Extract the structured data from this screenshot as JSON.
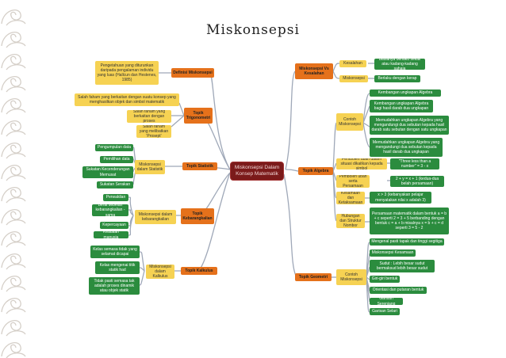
{
  "title": "Miskonsepsi",
  "center": "Miskonsepsi Dalam Konsep Matematik",
  "left": {
    "definisi": {
      "label": "Definisi Miskonsepsi",
      "text": "Pengetahuan yang diturunkan daripada pengalaman individu yang luas (Hallcun dan Hestenes, 1985)"
    },
    "trigonometri": {
      "label": "Topik Trigonometri",
      "items": [
        "Salah faham yang berkaitan dengan suatu konsep yang menghasilkan objek dan simbol matematik",
        "Salah faham yang berkaitan dengan proses",
        "Salah faham yang melibatkan 'Prosept'"
      ]
    },
    "statistik": {
      "label": "Topik Statistik",
      "sub": "Miskonsepsi dalam Statistik",
      "items": [
        "Pengumpulan data",
        "Pemilihan data",
        "Sukatan Kecenderungan Memusat",
        "Sukatan Serakan"
      ]
    },
    "kebarangkalian": {
      "label": "Topik Kebarangkalian",
      "sub": "Miskonsepsi dalam kebarangkalian",
      "items": [
        "Perwakilan",
        "Berat sebelah kebarangkalian - sama",
        "Kepercayaan",
        "Keadaan manusia"
      ]
    },
    "kalkulus": {
      "label": "Topik Kalkulus",
      "sub": "Miskonsepsi dalam Kalkulus",
      "items": [
        "Kelas semasa tidak yang selamat dicapai",
        "Kelas mengenai titik statik had",
        "Tidak pasti semasa tak adalah proses dinamik atau objek statik"
      ]
    }
  },
  "right": {
    "vs": {
      "label": "Miskonsepsi Vs Kesalahan",
      "items": [
        {
          "k": "Kesalahan",
          "v": "Biasanya berlaku sekali atau kadang-kadang sahaja"
        },
        {
          "k": "Miskonsepsi",
          "v": "Berlaku dengan kerap"
        }
      ]
    },
    "algebra": {
      "label": "Topik Algebra",
      "contoh": "Contoh Miskonsepsi",
      "contoh_items": [
        "Kembangan ungkapan Algebra",
        "Kembangan ungkapan Algebra bagi hasil darab dua ungkapan",
        "Memudahkan ungkapan Algebra yang mengandungi dua sebutan kepada hasil darab satu sebutan dengan satu ungkapan",
        "Memudahkan ungkapan Algebra yang mengandungi dua sebutan kepada hasil darab dua ungkapan"
      ],
      "pairs": [
        {
          "k": "Pemboleh ubah dalam situasi dikaitkan kepada simbol",
          "v": "\"Three less than a number\" = 3 - x"
        },
        {
          "k": "Pemboleh ubah serta Persamaan",
          "v": "2 + y = x + 1 (kedua-dua belah persamaan)"
        },
        {
          "k": "Kesamaan dan Ketaksamaan",
          "v": "x > 3 (kebanyakan pelajar menyatakan nilai x adalah 3)"
        },
        {
          "k": "Hubungan dan Struktur Nombor",
          "v": "Persamaan matematik dalam bentuk a = b + c seperti 2 = 3 + 5 berbanding dengan bentuk c = a + b misalnya x = b + c = d seperti 3 = 5 - 2"
        }
      ]
    },
    "geometri": {
      "label": "Topik Geometri",
      "contoh": "Contoh Miskonsepsi",
      "items": [
        "Mengenal pasti tapak dan tinggi segitiga",
        "Miskonsepsi Kesamaan",
        "Sudut : Lebih besar sudut bermaksud lebih besar sudut",
        "Giri-giri bentuk",
        "Orientasi dan putaran bentuk",
        "Garisan Serenjang",
        "Garisan Selari"
      ]
    }
  }
}
